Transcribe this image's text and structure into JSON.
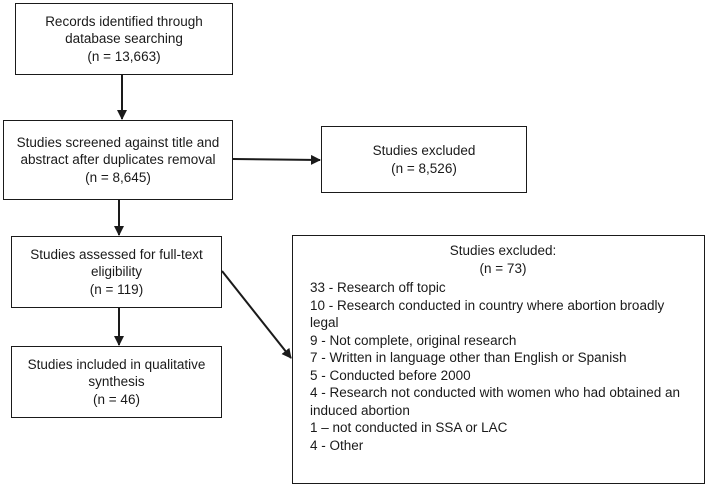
{
  "boxes": {
    "records": {
      "lines": [
        "Records identified through",
        "database searching",
        "(n = 13,663)"
      ]
    },
    "screened": {
      "lines": [
        "Studies screened against title and",
        "abstract after duplicates removal",
        "(n = 8,645)"
      ]
    },
    "excluded_1": {
      "lines": [
        "Studies excluded",
        "(n = 8,526)"
      ]
    },
    "assessed": {
      "lines": [
        "Studies assessed for full-text",
        "eligibility",
        "(n = 119)"
      ]
    },
    "included": {
      "lines": [
        "Studies included in qualitative",
        "synthesis",
        "(n = 46)"
      ]
    },
    "excluded_2": {
      "title": "Studies excluded:",
      "count": "(n = 73)",
      "reasons": [
        "33 - Research off topic",
        "10 - Research conducted in country where abortion broadly",
        "legal",
        "9 - Not complete, original research",
        "7 - Written in language other than English or Spanish",
        "5 - Conducted before 2000",
        "4 - Research not conducted with women who had obtained an",
        "induced abortion",
        "1 – not conducted in SSA or LAC",
        "4 - Other"
      ]
    }
  }
}
